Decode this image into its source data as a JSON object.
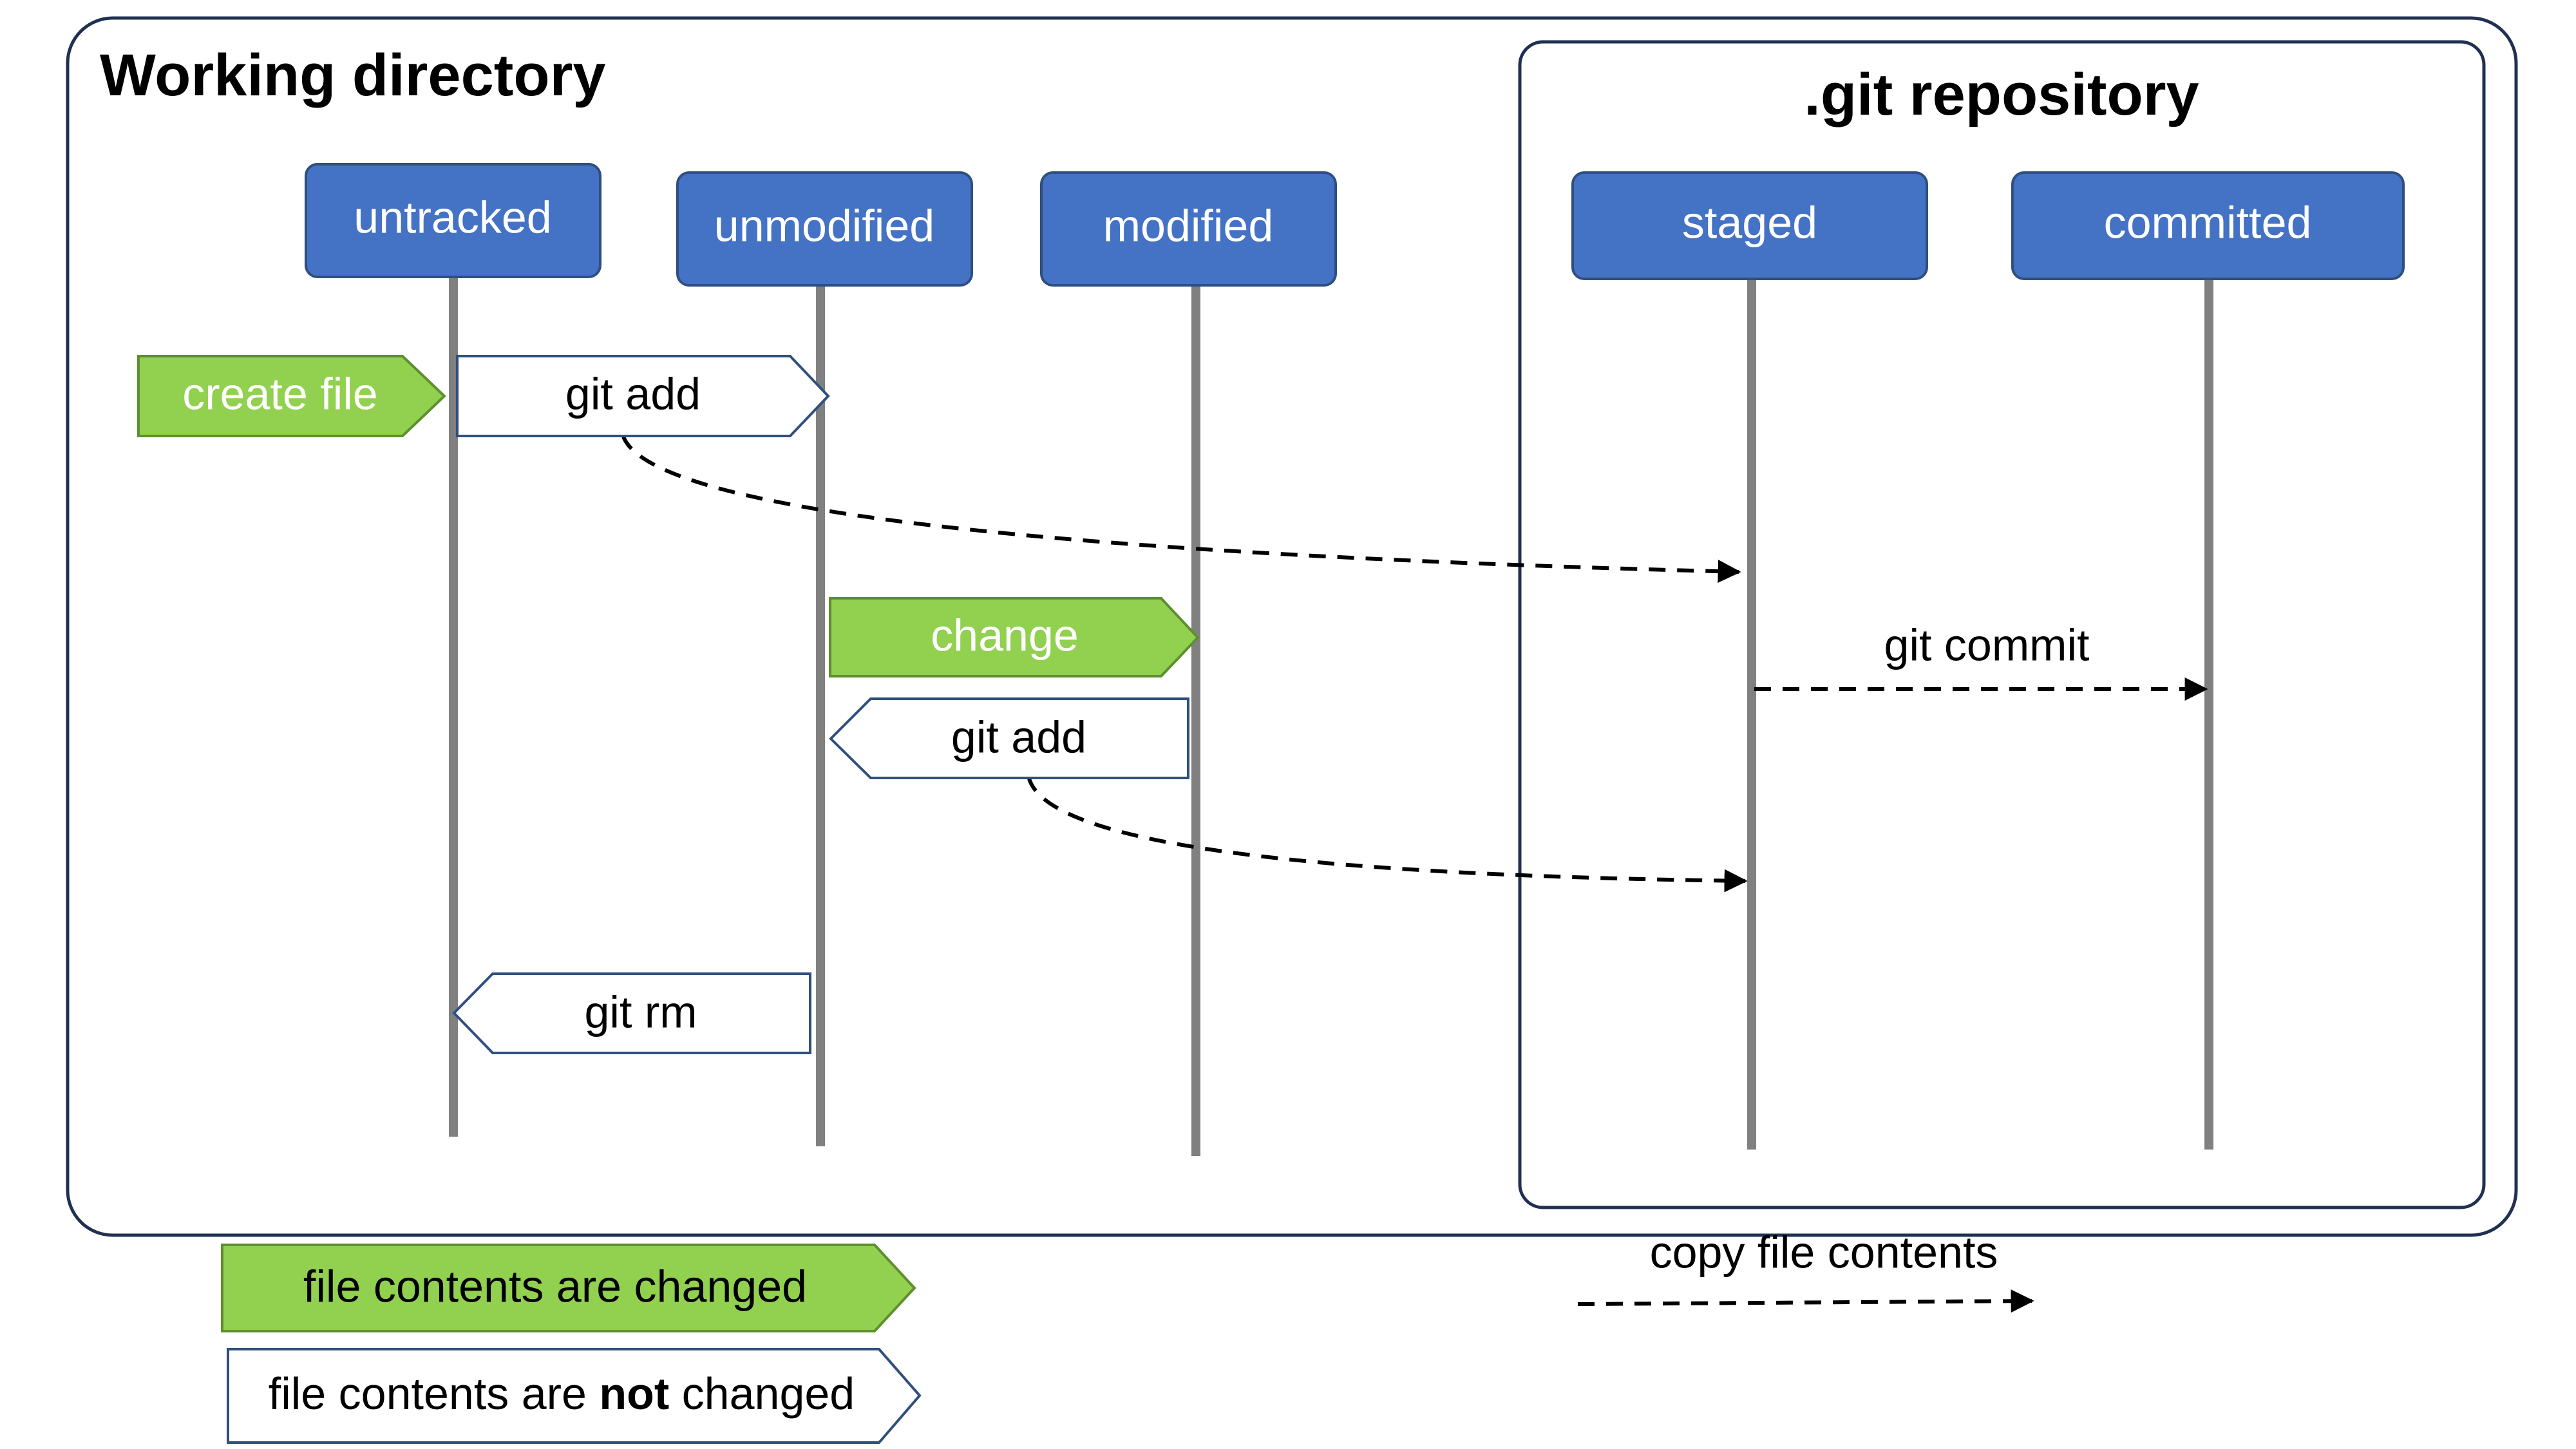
{
  "colors": {
    "box_fill": "#4472C4",
    "box_border": "#2F4F7F",
    "frame": "#1F3050",
    "lifeline": "#808080",
    "green": "#92D050",
    "green_border": "#5E8F2E",
    "white": "#FFFFFF",
    "text_dark": "#000000",
    "dashed": "#000000"
  },
  "frames": {
    "working_directory": {
      "title": "Working directory"
    },
    "git_repository": {
      "title": ".git repository"
    }
  },
  "states": {
    "untracked": "untracked",
    "unmodified": "unmodified",
    "modified": "modified",
    "staged": "staged",
    "committed": "committed"
  },
  "actions": {
    "create_file": "create file",
    "git_add_1": "git add",
    "change": "change",
    "git_add_2": "git add",
    "git_commit": "git commit",
    "git_rm": "git rm"
  },
  "legend": {
    "changed": "file contents are changed",
    "not_changed_pre": "file contents are ",
    "not_changed_bold": "not",
    "not_changed_post": " changed",
    "copy": "copy file contents"
  }
}
